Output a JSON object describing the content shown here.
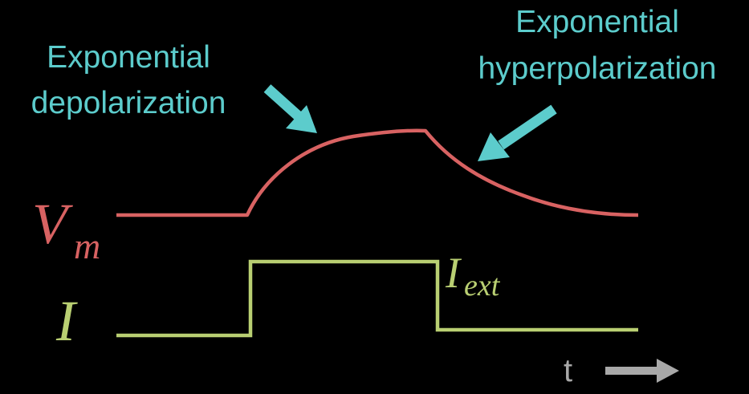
{
  "colors": {
    "background": "#000000",
    "voltage": "#d86262",
    "current": "#b9cf72",
    "annotation": "#5ccccc",
    "time_axis": "#a8a8a8"
  },
  "labels": {
    "depolarization_line1": "Exponential",
    "depolarization_line2": "depolarization",
    "hyperpolarization_line1": "Exponential",
    "hyperpolarization_line2": "hyperpolarization",
    "vm_symbol": "V",
    "vm_subscript": "m",
    "i_symbol": "I",
    "iext_symbol": "I",
    "iext_subscript": "ext",
    "time": "t"
  },
  "icons": {
    "depolarization_arrow": "arrow-down-right-icon",
    "hyperpolarization_arrow": "arrow-down-left-icon",
    "time_arrow": "arrow-right-icon"
  }
}
